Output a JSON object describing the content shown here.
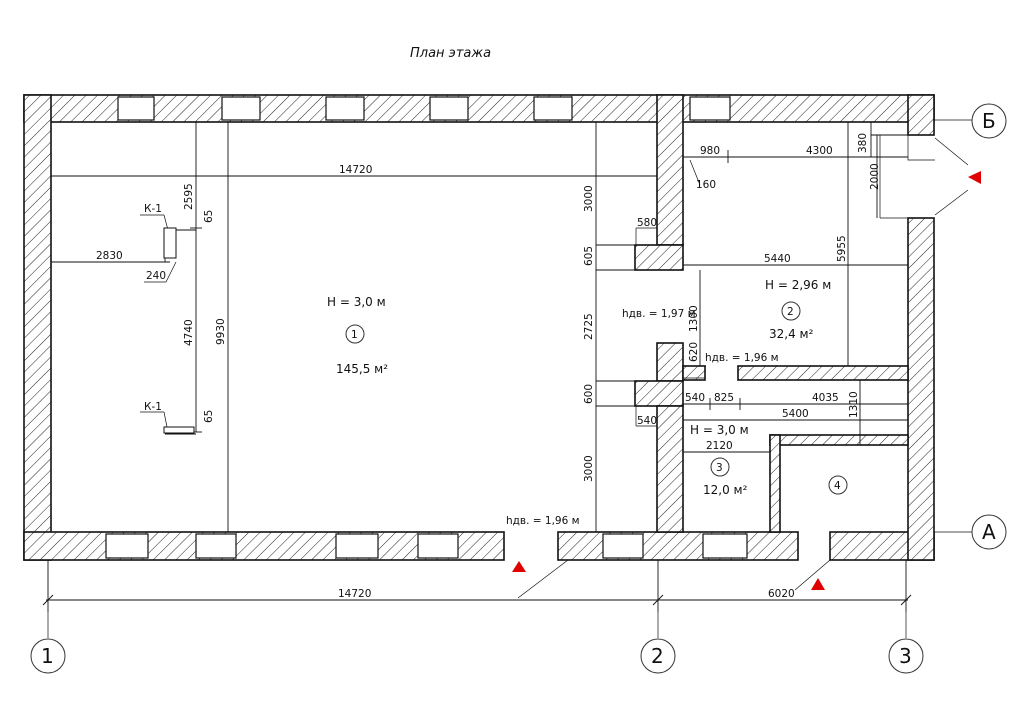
{
  "title": "План этажа",
  "axes": {
    "a1": "1",
    "a2": "2",
    "a3": "3",
    "aA": "А",
    "aB": "Б"
  },
  "rooms": [
    {
      "num": "1",
      "height": "H = 3,0 м",
      "area": "145,5 м²"
    },
    {
      "num": "2",
      "height": "H = 2,96 м",
      "area": "32,4 м²"
    },
    {
      "num": "3",
      "height": "H = 3,0 м",
      "area": "12,0 м²"
    },
    {
      "num": "4"
    }
  ],
  "door_heights": {
    "d1": "hдв. = 1,97 м",
    "d2": "hдв. = 1,96 м",
    "d3": "hдв. = 1,96 м"
  },
  "radiator_label": "К-1",
  "dimensions": {
    "overall_w1": "14720",
    "overall_w2": "6020",
    "room1_width": "14720",
    "room1_height": "9930",
    "d2830": "2830",
    "d240": "240",
    "d2595": "2595",
    "d65a": "65",
    "d4740": "4740",
    "d65b": "65",
    "d3000a": "3000",
    "d605": "605",
    "d580": "580",
    "d2725": "2725",
    "d600": "600",
    "d540a": "540",
    "d3000b": "3000",
    "d980": "980",
    "d4300": "4300",
    "d380": "380",
    "d160": "160",
    "d2000": "2000",
    "d5440": "5440",
    "d5955": "5955",
    "d1300": "1300",
    "d620": "620",
    "d540b": "540",
    "d825": "825",
    "d4035": "4035",
    "d5400": "5400",
    "d1310": "1310",
    "d2120": "2120"
  }
}
